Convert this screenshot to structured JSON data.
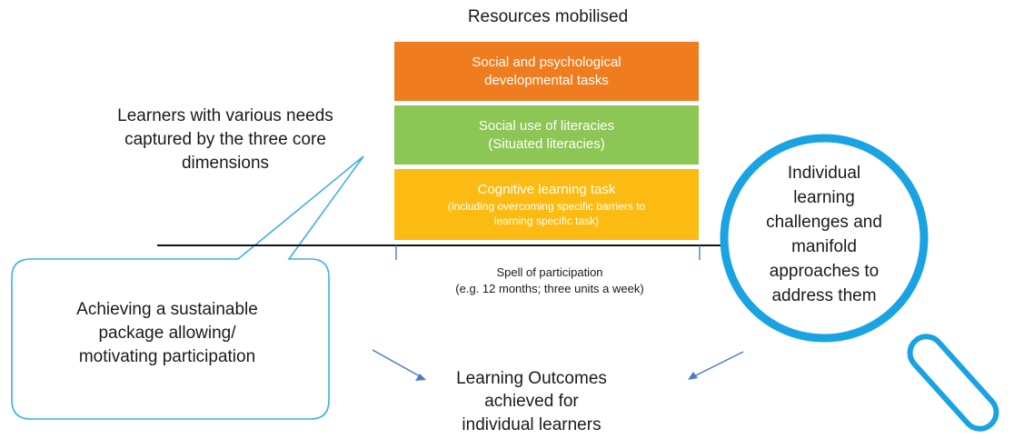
{
  "title": "Resources mobilised",
  "bands": [
    {
      "line1": "Social and psychological",
      "line2": "developmental tasks",
      "color": "#ef7d1f"
    },
    {
      "line1": "Social use of literacies",
      "line2": "(Situated literacies)",
      "color": "#8cc655"
    },
    {
      "line1": "Cognitive learning task",
      "sub1": "(including overcoming specific barriers to",
      "sub2": "learning specific task)",
      "color": "#fbbb12"
    }
  ],
  "learners": {
    "line1": "Learners with various needs",
    "line2": "captured by the three core",
    "line3": "dimensions"
  },
  "callout": {
    "line1": "Achieving a sustainable",
    "line2": "package allowing/",
    "line3": "motivating participation",
    "border_color": "#3bb0e3"
  },
  "spell": {
    "line1": "Spell of participation",
    "line2": "(e.g. 12 months; three units a week)"
  },
  "magnifier": {
    "line1": "Individual",
    "line2": "learning",
    "line3": "challenges and",
    "line4": "manifold",
    "line5": "approaches to",
    "line6": "address them",
    "color": "#1aa3e3"
  },
  "outcomes": {
    "line1": "Learning Outcomes",
    "line2": "achieved for",
    "line3": "individual learners"
  },
  "arrow_color": "#4f7ac0"
}
